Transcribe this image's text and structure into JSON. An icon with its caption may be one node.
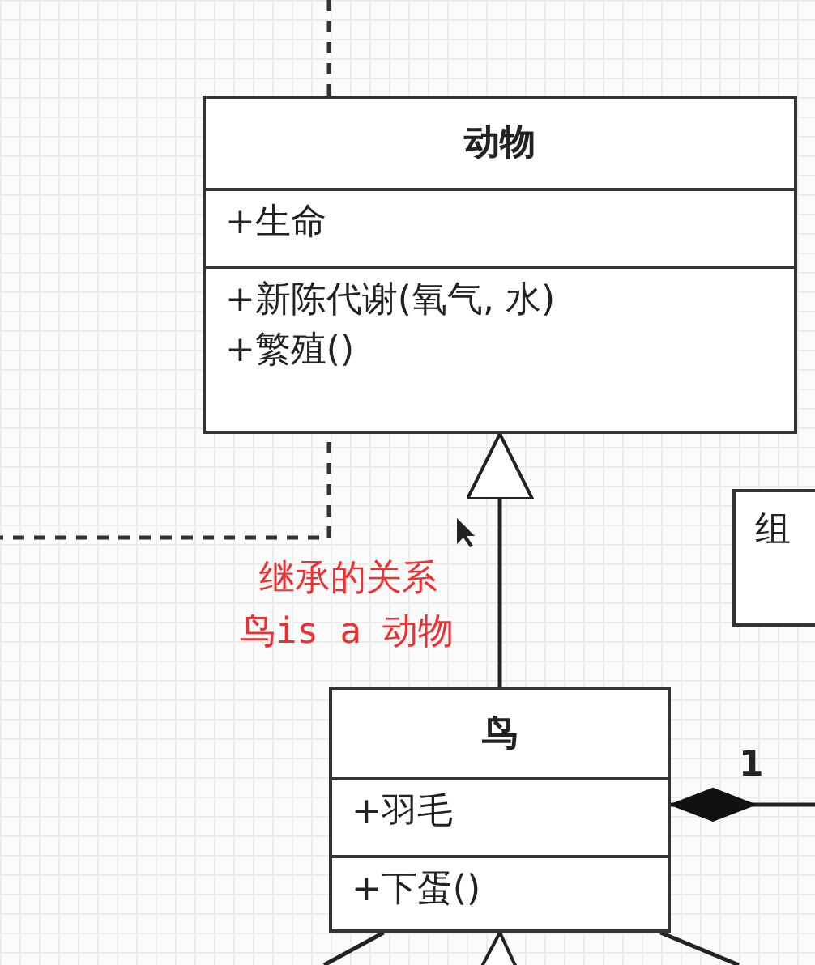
{
  "diagram": {
    "nodes": [
      {
        "text": [
          "动物",
          "+生命",
          "+新陈代谢(氧气, 水)",
          "+繁殖()"
        ]
      },
      {
        "text": [
          "鸟",
          "+羽毛",
          "+下蛋()"
        ]
      },
      {
        "text": [
          "组"
        ]
      }
    ],
    "edges": [
      {
        "from": 1,
        "to": 0,
        "arrow": "to",
        "label": "继承的关系鸟is a 动物"
      },
      {
        "from": null,
        "to": 1,
        "arrow": "other",
        "label": "1"
      },
      {
        "from": null,
        "to": 1,
        "arrow": "none"
      },
      {
        "from": null,
        "to": 1,
        "arrow": "to"
      },
      {
        "from": null,
        "to": 1,
        "arrow": "none"
      }
    ]
  }
}
